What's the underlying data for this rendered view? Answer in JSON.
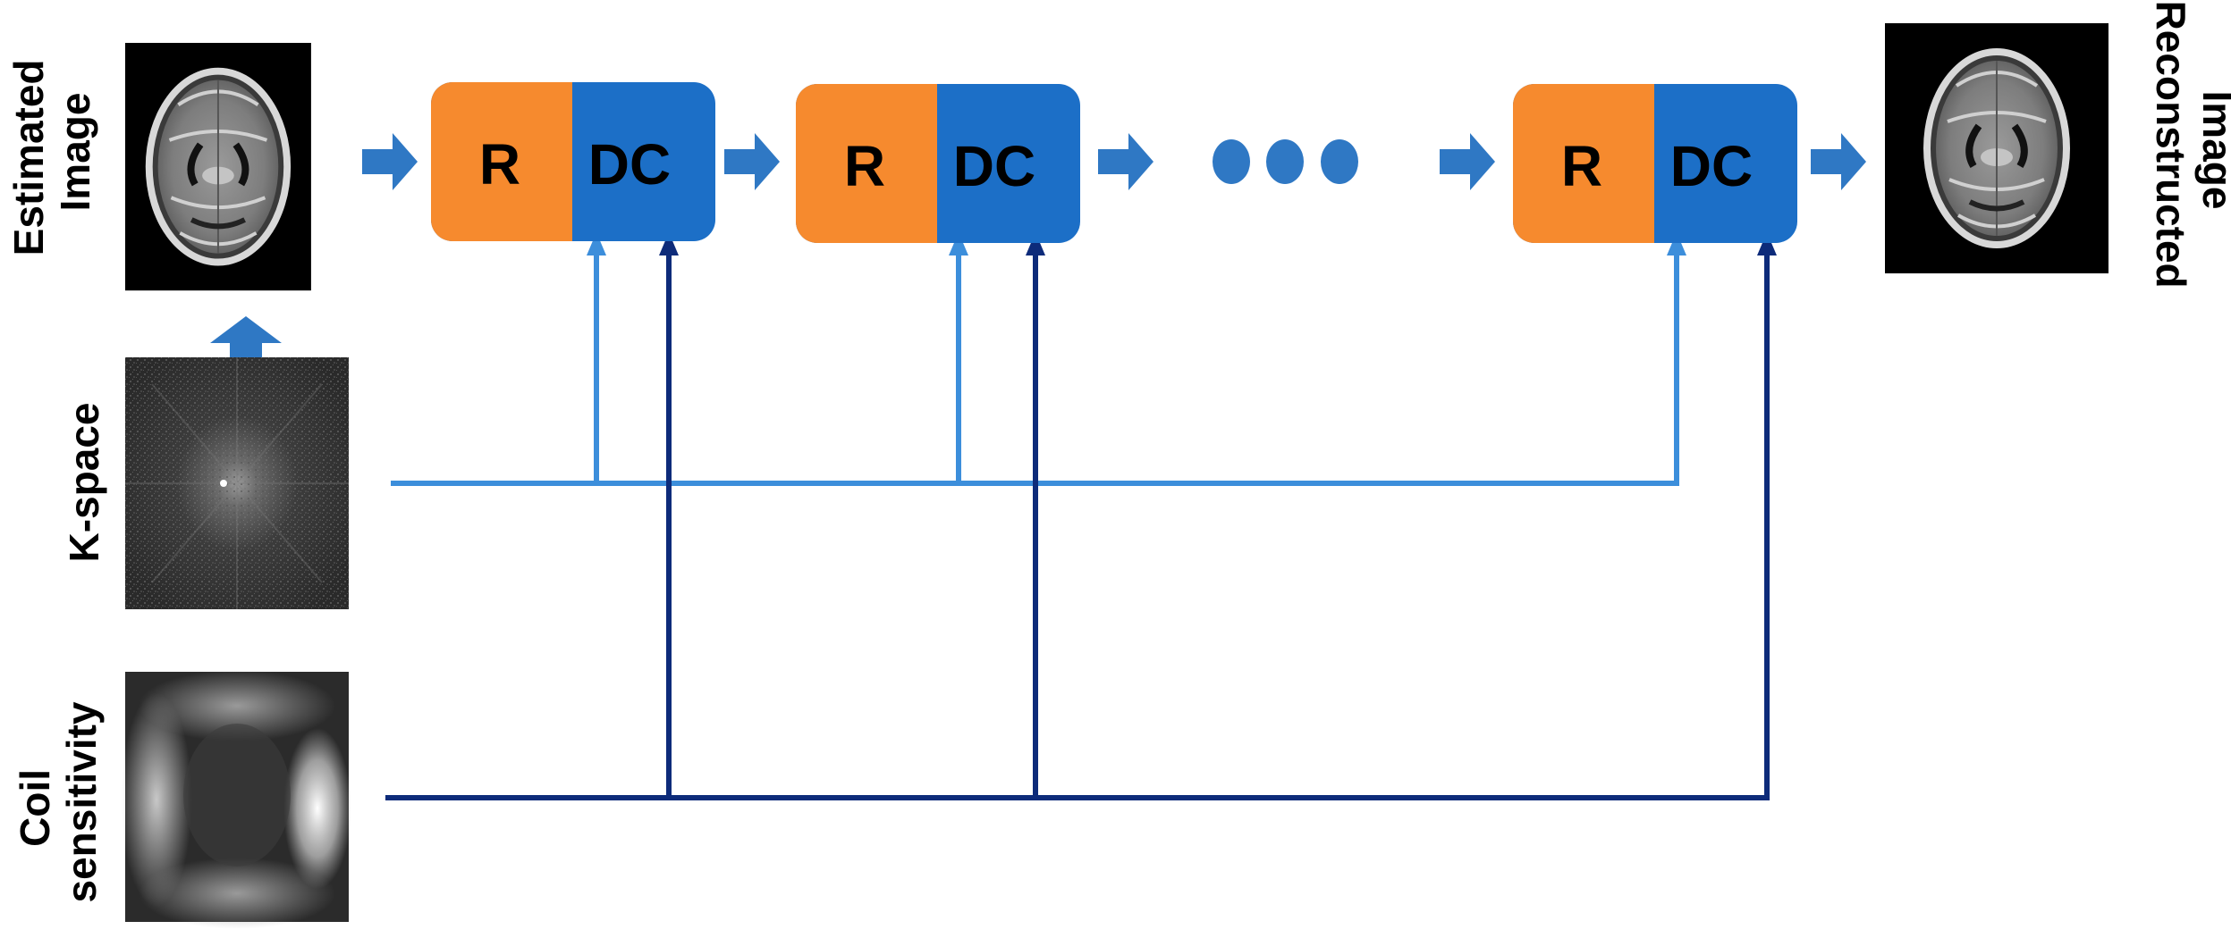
{
  "labels": {
    "estimated_image": [
      "Estimated",
      "Image"
    ],
    "k_space": "K-space",
    "coil_sensitivity": [
      "Coil",
      "sensitivity"
    ],
    "reconstructed_image": [
      "Reconstructed",
      "Image"
    ]
  },
  "blocks": [
    {
      "r": "R",
      "dc": "DC"
    },
    {
      "r": "R",
      "dc": "DC"
    },
    {
      "r": "R",
      "dc": "DC"
    }
  ],
  "colors": {
    "regularizer": "#F68A2E",
    "data_consistency": "#1C6FC7",
    "arrow": "#2F78C4",
    "kspace_line": "#3C8EDB",
    "coil_line": "#0D2B7A"
  },
  "icons": {
    "estimated_image": "brain-mri-icon",
    "k_space": "kspace-noise-icon",
    "coil_sensitivity": "coil-map-icon",
    "reconstructed_image": "brain-mri-icon",
    "ellipsis": "ellipsis-dots-icon"
  }
}
